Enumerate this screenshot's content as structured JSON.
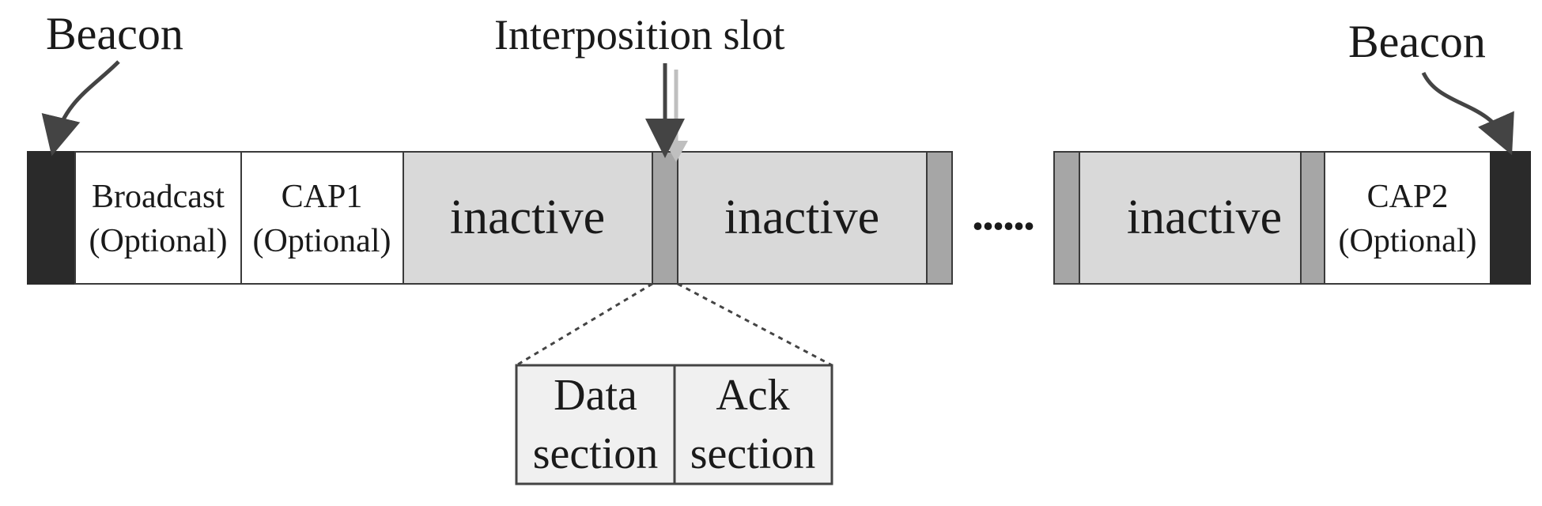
{
  "labels": {
    "beacon_left": "Beacon",
    "beacon_right": "Beacon",
    "interposition": "Interposition slot",
    "ellipsis": "......"
  },
  "segments": {
    "broadcast": {
      "line1": "Broadcast",
      "line2": "(Optional)"
    },
    "cap1": {
      "line1": "CAP1",
      "line2": "(Optional)"
    },
    "cap2": {
      "line1": "CAP2",
      "line2": "(Optional)"
    },
    "inactive_1": "inactive",
    "inactive_2": "inactive",
    "inactive_3": "inactive"
  },
  "detail": {
    "data": {
      "line1": "Data",
      "line2": "section"
    },
    "ack": {
      "line1": "Ack",
      "line2": "section"
    }
  },
  "colors": {
    "beacon": "#2a2a2a",
    "inactive": "#d9d9d9",
    "slot": "#a6a6a6",
    "border": "#3a3a3a",
    "detail_fill": "#f0f0f0",
    "blank": "#ffffff"
  }
}
